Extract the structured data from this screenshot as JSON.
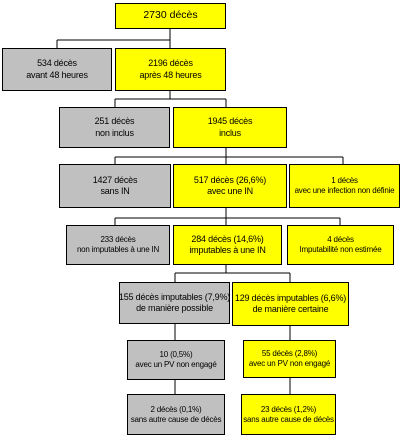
{
  "nodes": {
    "total": {
      "l1": "2730 décès"
    },
    "before_48h": {
      "l1": "534 décès",
      "l2": "avant 48 heures"
    },
    "after_48h": {
      "l1": "2196 décès",
      "l2": "après 48 heures"
    },
    "not_included": {
      "l1": "251 décès",
      "l2": "non inclus"
    },
    "included": {
      "l1": "1945 décès",
      "l2": "inclus"
    },
    "without_in": {
      "l1": "1427 décès",
      "l2": "sans IN"
    },
    "with_in": {
      "l1": "517 décès (26,6%)",
      "l2": "avec une IN"
    },
    "undefined_infection": {
      "l1": "1 décès",
      "l2": "avec une infection non définie"
    },
    "not_attributable": {
      "l1": "233 décès",
      "l2": "non imputables à une IN"
    },
    "attributable": {
      "l1": "284 décès (14,6%)",
      "l2": "imputables à une IN"
    },
    "not_estimated": {
      "l1": "4 décès",
      "l2": "Imputabilité non estimée"
    },
    "possibly": {
      "l1": "155 décès imputables (7,9%)",
      "l2": "de manière possible"
    },
    "certainly": {
      "l1": "129 décès imputables (6,6%)",
      "l2": "de manière certaine"
    },
    "pv_possible": {
      "l1": "10 (0,5%)",
      "l2": "avec un PV non engagé"
    },
    "pv_certain": {
      "l1": "55 décès (2,8%)",
      "l2": "avec un PV non engagé"
    },
    "no_cause_possible": {
      "l1": "2 décès (0,1%)",
      "l2": "sans autre cause de décès"
    },
    "no_cause_certain": {
      "l1": "23 décès (1,2%)",
      "l2": "sans autre cause de décès"
    }
  },
  "colors": {
    "highlight": "#ffff00",
    "neutral": "#c0c0c0",
    "border": "#000000"
  }
}
